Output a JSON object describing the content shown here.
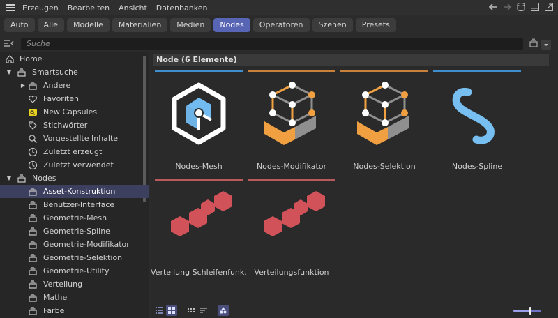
{
  "menu": {
    "items": [
      "Erzeugen",
      "Bearbeiten",
      "Ansicht",
      "Datenbanken"
    ],
    "right_icons": [
      "arrow-left-icon",
      "arrow-right-icon",
      "database-icon",
      "panel-icon",
      "expand-icon"
    ]
  },
  "filters": {
    "buttons": [
      "Auto",
      "Alle",
      "Modelle",
      "Materialien",
      "Medien",
      "Nodes",
      "Operatoren",
      "Szenen",
      "Presets"
    ],
    "active": "Nodes"
  },
  "search": {
    "placeholder": "Suche"
  },
  "tree": {
    "items": [
      {
        "label": "Home",
        "level": 0,
        "arrow": "",
        "icon": "home-icon"
      },
      {
        "label": "Smartsuche",
        "level": 0,
        "arrow": "down",
        "icon": "stack-icon"
      },
      {
        "label": "Andere",
        "level": 1,
        "arrow": "right",
        "icon": "stack-icon"
      },
      {
        "label": "Favoriten",
        "level": 1,
        "arrow": "",
        "icon": "heart-icon"
      },
      {
        "label": "New Capsules",
        "level": 1,
        "arrow": "",
        "icon": "capsule-icon"
      },
      {
        "label": "Stichwörter",
        "level": 1,
        "arrow": "",
        "icon": "tag-icon"
      },
      {
        "label": "Vorgestellte Inhalte",
        "level": 1,
        "arrow": "",
        "icon": "magnifier-icon"
      },
      {
        "label": "Zuletzt erzeugt",
        "level": 1,
        "arrow": "",
        "icon": "clock-icon"
      },
      {
        "label": "Zuletzt verwendet",
        "level": 1,
        "arrow": "",
        "icon": "clock-icon"
      },
      {
        "label": "Nodes",
        "level": 0,
        "arrow": "down",
        "icon": "stack-icon"
      },
      {
        "label": "Asset-Konstruktion",
        "level": 1,
        "arrow": "",
        "icon": "stack-icon",
        "selected": true
      },
      {
        "label": "Benutzer-Interface",
        "level": 1,
        "arrow": "",
        "icon": "stack-icon"
      },
      {
        "label": "Geometrie-Mesh",
        "level": 1,
        "arrow": "",
        "icon": "stack-icon"
      },
      {
        "label": "Geometrie-Spline",
        "level": 1,
        "arrow": "",
        "icon": "stack-icon"
      },
      {
        "label": "Geometrie-Modifikator",
        "level": 1,
        "arrow": "",
        "icon": "stack-icon"
      },
      {
        "label": "Geometrie-Selektion",
        "level": 1,
        "arrow": "",
        "icon": "stack-icon"
      },
      {
        "label": "Geometrie-Utility",
        "level": 1,
        "arrow": "",
        "icon": "stack-icon"
      },
      {
        "label": "Verteilung",
        "level": 1,
        "arrow": "",
        "icon": "stack-icon"
      },
      {
        "label": "Mathe",
        "level": 1,
        "arrow": "",
        "icon": "stack-icon"
      },
      {
        "label": "Farbe",
        "level": 1,
        "arrow": "",
        "icon": "stack-icon"
      }
    ]
  },
  "content": {
    "group_title": "Node (6 Elemente)",
    "assets": [
      {
        "label": "Nodes-Mesh",
        "bar_color": "#3f8fcf",
        "icon": "mesh-cube-icon"
      },
      {
        "label": "Nodes-Modifikator",
        "bar_color": "#c8803a",
        "icon": "modifier-cube-icon"
      },
      {
        "label": "Nodes-Selektion",
        "bar_color": "#c8803a",
        "icon": "selection-cube-icon"
      },
      {
        "label": "Nodes-Spline",
        "bar_color": "#3f8fcf",
        "icon": "spline-icon"
      },
      {
        "label": "Verteilung Schleifenfunk...",
        "bar_color": "#b85a5e",
        "icon": "hexagons-icon"
      },
      {
        "label": "Verteilungsfunktion",
        "bar_color": "#b85a5e",
        "icon": "hexagons-icon"
      }
    ]
  },
  "bottom": {
    "view_buttons": [
      "list-view-icon",
      "grid-view-icon",
      "grid-small-icon",
      "sort-icon",
      "filter-shapes-icon"
    ],
    "zoom_slider": 0.6
  },
  "colors": {
    "accent": "#5865b5",
    "selection": "#3d3f5e",
    "mesh_blue": "#72bbf0",
    "modifier_orange": "#f0a040",
    "spline_blue": "#77bff0",
    "hex_red": "#d2525a"
  }
}
